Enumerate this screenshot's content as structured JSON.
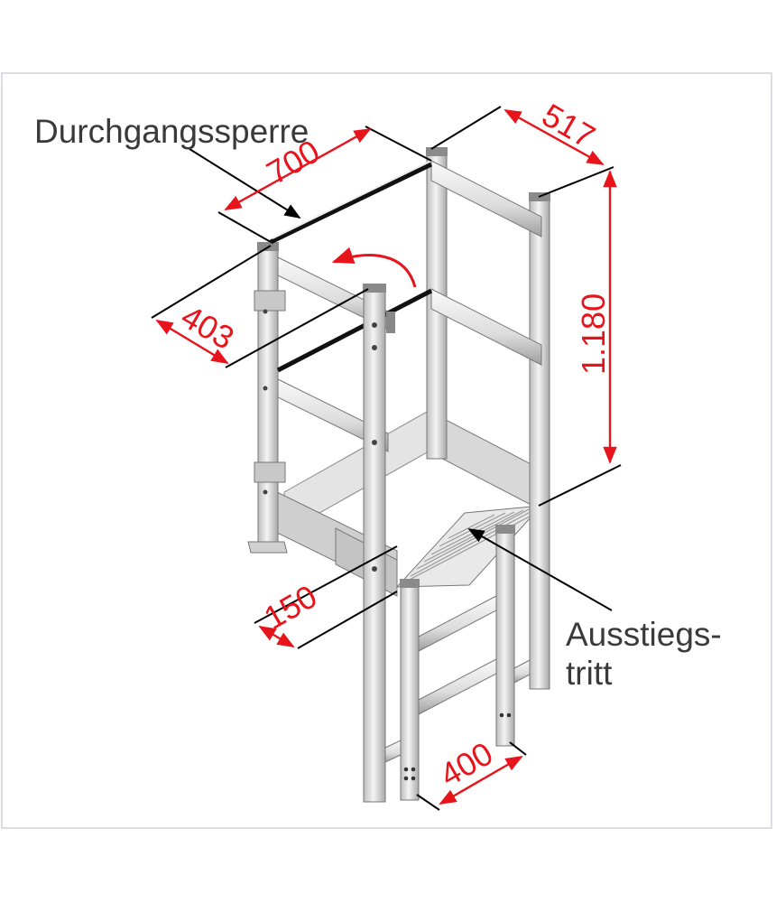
{
  "labels": {
    "gate": "Durchgangssperre",
    "step_line1": "Ausstiegs-",
    "step_line2": "tritt"
  },
  "dimensions": {
    "width_gate": "700",
    "depth_top": "517",
    "height": "1.180",
    "offset_side": "403",
    "step_depth": "150",
    "ladder_width": "400"
  },
  "colors": {
    "dimension": "#e8141c",
    "leader": "#000000",
    "label_text": "#3a3a3a",
    "frame_border": "#dcdce2",
    "metal_light": "#eeeeee",
    "metal_mid": "#cfcfcf",
    "metal_dark": "#9a9a9a"
  }
}
